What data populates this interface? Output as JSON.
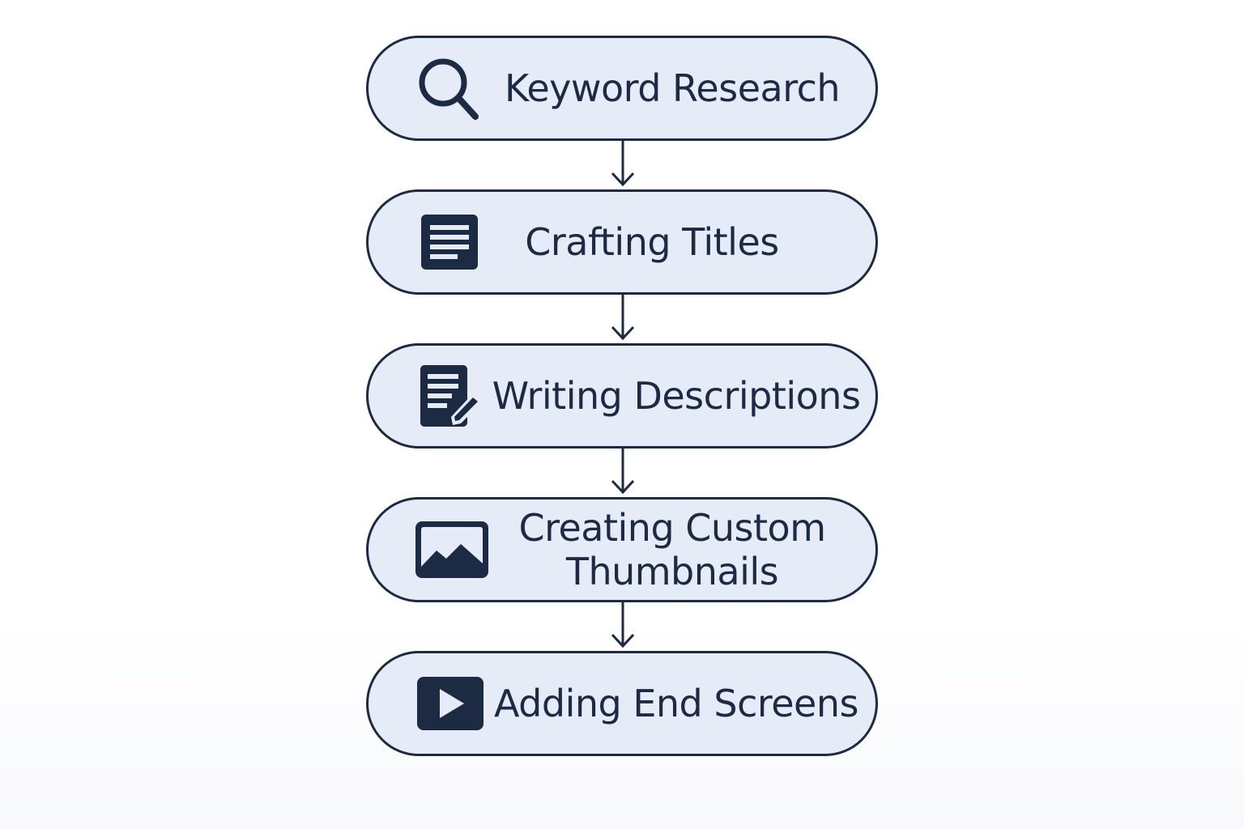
{
  "flow": {
    "steps": [
      {
        "label": "Keyword Research",
        "icon": "search-icon"
      },
      {
        "label": "Crafting Titles",
        "icon": "document-icon"
      },
      {
        "label": "Writing Descriptions",
        "icon": "edit-document-icon"
      },
      {
        "label": "Creating Custom Thumbnails",
        "icon": "image-icon"
      },
      {
        "label": "Adding End Screens",
        "icon": "play-icon"
      }
    ],
    "colors": {
      "box_fill": "#e6ecf7",
      "stroke": "#1c2a44",
      "text": "#1c2a44",
      "background": "#ffffff"
    }
  }
}
